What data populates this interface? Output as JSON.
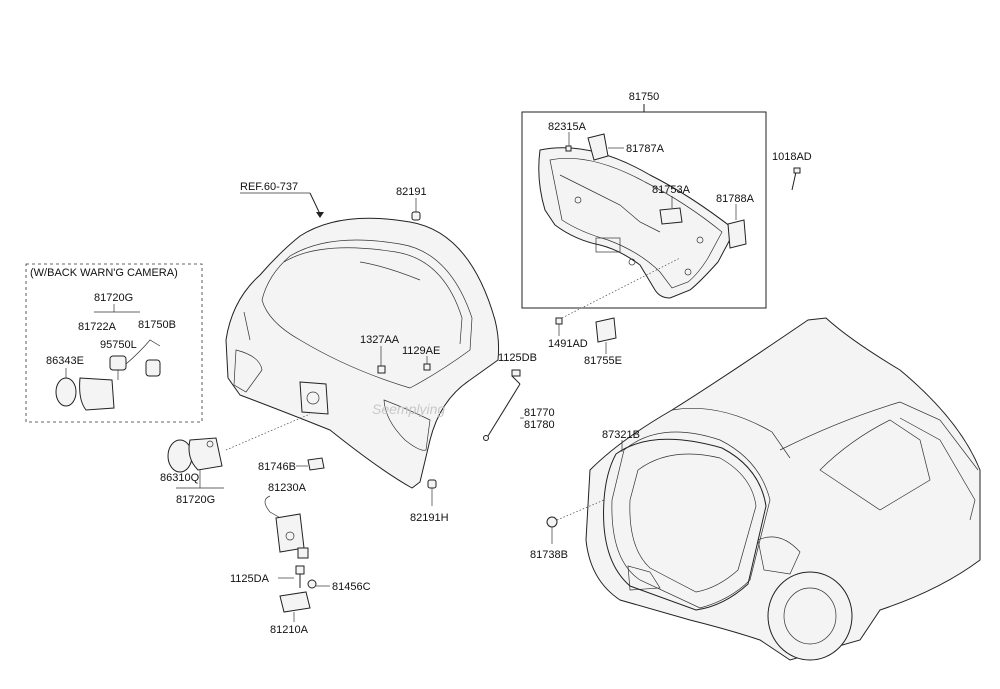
{
  "diagram": {
    "ref_label": "REF.60-737",
    "camera_box_title": "(W/BACK WARN'G CAMERA)",
    "labels": {
      "p81750": "81750",
      "p82315A": "82315A",
      "p81787A": "81787A",
      "p1018AD": "1018AD",
      "p81753A": "81753A",
      "p81788A": "81788A",
      "p82191": "82191",
      "p81720G_top": "81720G",
      "p81722A": "81722A",
      "p81750B": "81750B",
      "p95750L": "95750L",
      "p86343E": "86343E",
      "p1327AA": "1327AA",
      "p1129AE": "1129AE",
      "p1491AD": "1491AD",
      "p81755E": "81755E",
      "p1125DB": "1125DB",
      "p81770": "81770",
      "p81780": "81780",
      "p87321B": "87321B",
      "p86310Q": "86310Q",
      "p81720G_bottom": "81720G",
      "p81746B": "81746B",
      "p81230A": "81230A",
      "p82191H": "82191H",
      "p81738B": "81738B",
      "p1125DA": "1125DA",
      "p81456C": "81456C",
      "p81210A": "81210A"
    },
    "watermark": "Seemplying"
  }
}
